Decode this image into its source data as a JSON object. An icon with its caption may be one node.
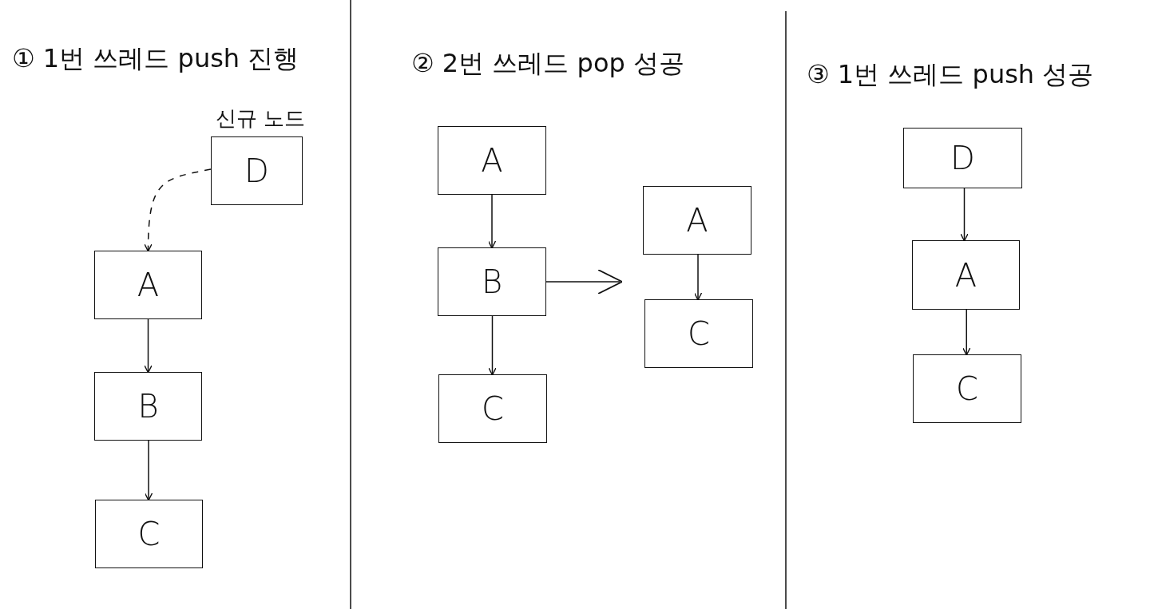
{
  "diagram": {
    "nodes": [
      {
        "text": [
          "D"
        ],
        "beside": [
          "신규 노드"
        ]
      },
      {
        "text": [
          "A"
        ]
      },
      {
        "text": [
          "B"
        ]
      },
      {
        "text": [
          "C"
        ]
      },
      {
        "text": [
          "A"
        ]
      },
      {
        "text": [
          "B"
        ]
      },
      {
        "text": [
          "C"
        ]
      },
      {
        "text": [
          "A"
        ]
      },
      {
        "text": [
          "C"
        ]
      },
      {
        "text": [
          "D"
        ]
      },
      {
        "text": [
          "A"
        ]
      },
      {
        "text": [
          "C"
        ]
      }
    ],
    "edges": [
      {
        "from": 0,
        "to": 1,
        "arrow": "to",
        "style": "dashed"
      },
      {
        "from": 1,
        "to": 2,
        "arrow": "to"
      },
      {
        "from": 2,
        "to": 3,
        "arrow": "to"
      },
      {
        "from": 4,
        "to": 5,
        "arrow": "to"
      },
      {
        "from": 5,
        "to": 6,
        "arrow": "to"
      },
      {
        "from": 5,
        "to": null,
        "arrow": "to"
      },
      {
        "from": 7,
        "to": 8,
        "arrow": "to"
      },
      {
        "from": 9,
        "to": 10,
        "arrow": "to"
      },
      {
        "from": 10,
        "to": 11,
        "arrow": "to"
      }
    ],
    "labels": [
      "① 1번 쓰레드 push 진행",
      "② 2번 쓰레드 pop 성공",
      "③ 1번 쓰레드 push 성공"
    ]
  }
}
